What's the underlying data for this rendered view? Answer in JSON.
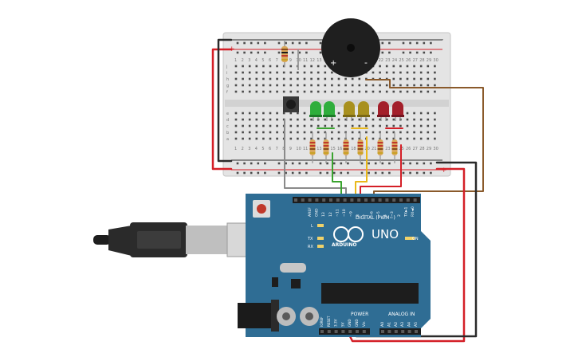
{
  "breadboard": {
    "rail_plus": "+",
    "rail_minus": "-",
    "row_letters_top": [
      "j",
      "i",
      "h",
      "g",
      "f"
    ],
    "row_letters_bottom": [
      "e",
      "d",
      "c",
      "b",
      "a"
    ],
    "column_numbers": [
      "1",
      "2",
      "3",
      "4",
      "5",
      "6",
      "7",
      "8",
      "9",
      "10",
      "11",
      "12",
      "13",
      "14",
      "15",
      "16",
      "17",
      "18",
      "19",
      "20",
      "21",
      "22",
      "23",
      "24",
      "25",
      "26",
      "27",
      "28",
      "29",
      "30"
    ]
  },
  "buzzer": {
    "plus": "+",
    "minus": "-"
  },
  "leds": [
    {
      "color_name": "green",
      "color": "#2fae3c",
      "dark": "#1d7a28"
    },
    {
      "color_name": "green",
      "color": "#2fae3c",
      "dark": "#1d7a28"
    },
    {
      "color_name": "yellow",
      "color": "#a8901e",
      "dark": "#7a6814"
    },
    {
      "color_name": "yellow",
      "color": "#a8901e",
      "dark": "#7a6814"
    },
    {
      "color_name": "red",
      "color": "#a31f2a",
      "dark": "#741520"
    },
    {
      "color_name": "red",
      "color": "#a31f2a",
      "dark": "#741520"
    }
  ],
  "arduino": {
    "brand": "ARDUINO",
    "model": "UNO",
    "digital_label": "DIGITAL (PWM~)",
    "power_label": "POWER",
    "analog_label": "ANALOG IN",
    "on_label": "ON",
    "led_l": "L",
    "led_tx": "TX",
    "led_rx": "RX",
    "digital_pins": [
      "AREF",
      "GND",
      "13",
      "12",
      "~11",
      "~10",
      "~9",
      "8",
      "7",
      "~6",
      "~5",
      "4",
      "~3",
      "2",
      "TX►1",
      "RX◄0"
    ],
    "power_pins": [
      "IOREF",
      "RESET",
      "3.3V",
      "5V",
      "GND",
      "GND",
      "Vin"
    ],
    "analog_pins": [
      "A0",
      "A1",
      "A2",
      "A3",
      "A4",
      "A5"
    ]
  },
  "colors": {
    "board_blue": "#2f6d94",
    "breadboard": "#e4e4e4",
    "wire_red": "#d41f27",
    "wire_black": "#2a2a2a",
    "wire_gray": "#8a8a8a",
    "wire_green": "#3aa42e",
    "wire_yellow": "#e9b81a",
    "wire_brown": "#8a5a2b"
  }
}
